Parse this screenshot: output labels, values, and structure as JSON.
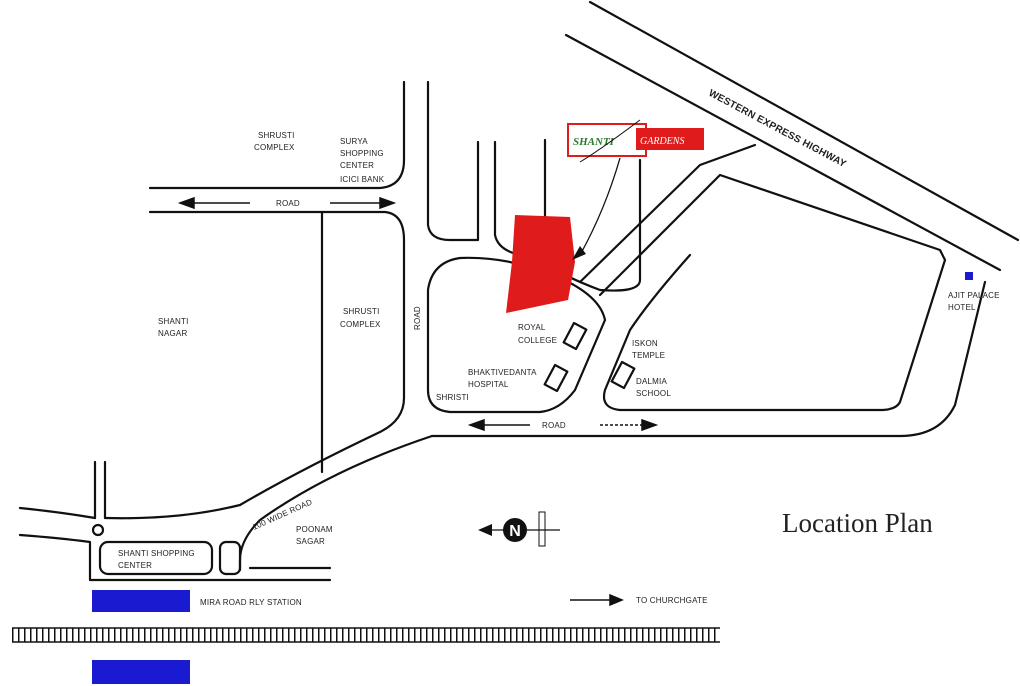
{
  "title": "Location Plan",
  "project": {
    "name_part1": "SHANTI",
    "name_part2": "GARDENS",
    "color": "#e01b1b"
  },
  "compass": {
    "letter": "N"
  },
  "labels": {
    "shrusti_complex_top": [
      "SHRUSTI",
      "COMPLEX"
    ],
    "surya": [
      "SURYA",
      "SHOPPING",
      "CENTER",
      "ICICI BANK"
    ],
    "road_top": "ROAD",
    "shanti_nagar": [
      "SHANTI",
      "NAGAR"
    ],
    "shrusti_complex_mid": [
      "SHRUSTI",
      "COMPLEX"
    ],
    "road_vertical": "ROAD",
    "royal_college": [
      "ROYAL",
      "COLLEGE"
    ],
    "hospital": [
      "BHAKTIVEDANTA",
      "HOSPITAL"
    ],
    "shristi": "SHRISTI",
    "iskon": [
      "ISKON",
      "TEMPLE"
    ],
    "dalmia": [
      "DALMIA",
      "SCHOOL"
    ],
    "road_bottom": "ROAD",
    "highway": "WESTERN EXPRESS HIGHWAY",
    "ajit": [
      "AJIT PALACE",
      "HOTEL"
    ],
    "wide_road": "100 WIDE ROAD",
    "poonam": [
      "POONAM",
      "SAGAR"
    ],
    "shanti_shopping": [
      "SHANTI SHOPPING",
      "CENTER"
    ],
    "station": "MIRA ROAD RLY STATION",
    "churchgate": "TO CHURCHGATE"
  },
  "colors": {
    "station": "#1a1ad0",
    "site": "#e01b1b",
    "hotel": "#1a1ad0"
  }
}
